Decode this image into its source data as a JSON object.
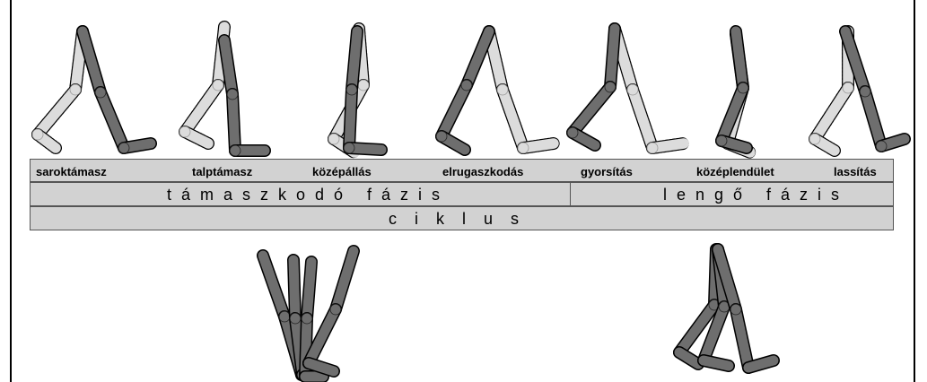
{
  "phases": [
    {
      "id": "saroktamasz",
      "label": "saroktámasz"
    },
    {
      "id": "talptamasz",
      "label": "talptámasz"
    },
    {
      "id": "kozepallas",
      "label": "középállás"
    },
    {
      "id": "elrugaszkodas",
      "label": "elrugaszkodás"
    },
    {
      "id": "gyorsitas",
      "label": "gyorsítás"
    },
    {
      "id": "kozeplendulet",
      "label": "középlendület"
    },
    {
      "id": "lassitas",
      "label": "lassítás"
    }
  ],
  "stance_phase_label": "támaszkodó fázis",
  "swing_phase_label": "lengő fázis",
  "cycle_label": "ciklus",
  "colors": {
    "limb_dark": "#6e6e6e",
    "limb_light": "#dcdcdc",
    "bar_fill": "#d2d2d2",
    "outline": "#000000"
  }
}
